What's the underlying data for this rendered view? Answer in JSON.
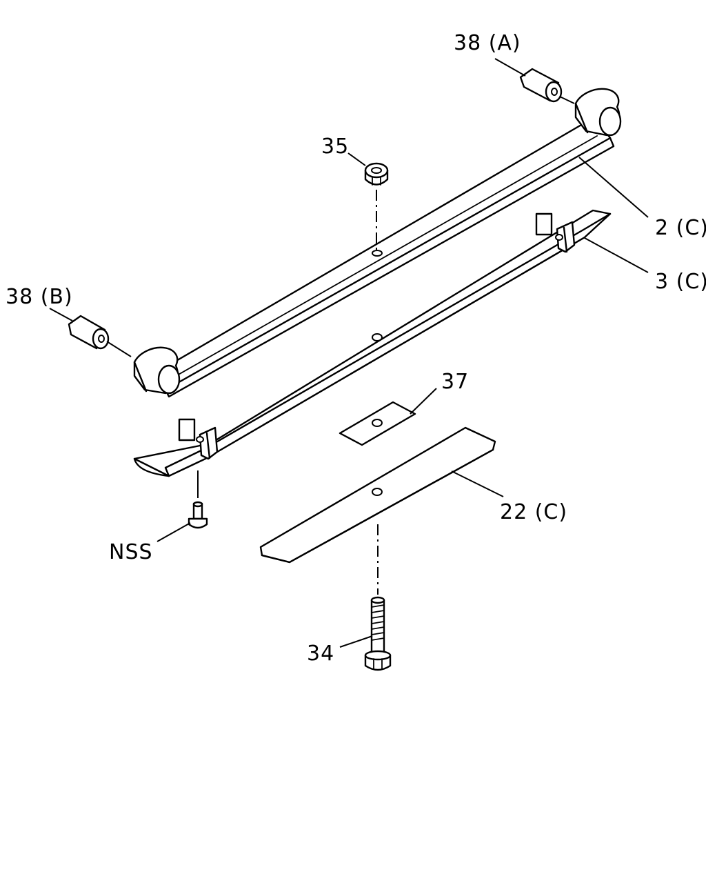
{
  "callouts": {
    "bushing_a": "38 (A)",
    "nut": "35",
    "main_leaf": "2 (C)",
    "second_leaf": "3 (C)",
    "bushing_b": "38 (B)",
    "pad": "37",
    "helper_leaf": "22 (C)",
    "nss_rivet": "NSS",
    "center_bolt": "34"
  },
  "colors": {
    "line": "#000000",
    "background": "#ffffff"
  }
}
